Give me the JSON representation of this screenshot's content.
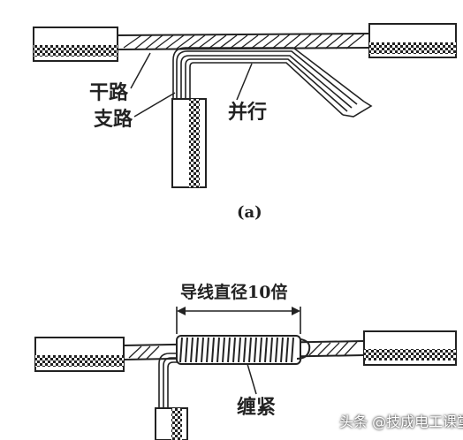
{
  "diagram": {
    "figure_a": {
      "label_main": "干路",
      "label_branch": "支路",
      "label_parallel": "并行",
      "caption": "(a)"
    },
    "figure_b": {
      "dimension_label": "导线直径10倍",
      "label_wrap": "缠紧"
    },
    "watermark": "头条 @技成电工课堂",
    "colors": {
      "ink": "#222222",
      "background": "#ffffff"
    }
  }
}
